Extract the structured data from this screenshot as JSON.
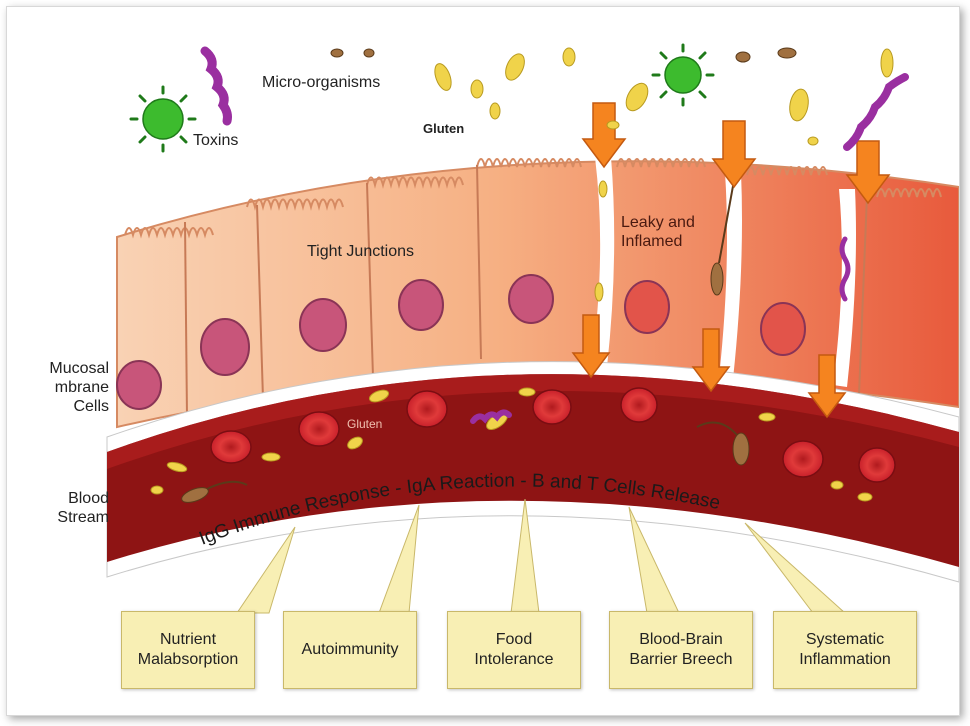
{
  "labels": {
    "micro_organisms": "Micro-organisms",
    "toxins": "Toxins",
    "gluten_top": "Gluten",
    "tight_junctions": "Tight Junctions",
    "leaky_inflamed": "Leaky and\nInflamed",
    "mucosal": "Mucosal\nmbrane\nCells",
    "gluten_blood": "Gluten",
    "blood_stream": "Blood\nStream",
    "response_banner": "IgG Immune Response - IgA Reaction - B and T Cells Release"
  },
  "outcomes": [
    "Nutrient\nMalabsorption",
    "Autoimmunity",
    "Food\nIntolerance",
    "Blood-Brain\nBarrier Breech",
    "Systematic\nInflammation"
  ],
  "colors": {
    "cell_healthy": "#f6b083",
    "cell_inflamed": "#ee6e4a",
    "nucleus": "#c8557a",
    "blood": "#8e1414",
    "rbc": "#d8262a",
    "gluten": "#f0d34a",
    "virus": "#3dbb2e",
    "worm": "#9a2fa0",
    "arrow": "#f5841f",
    "callout": "#f8efb4"
  }
}
